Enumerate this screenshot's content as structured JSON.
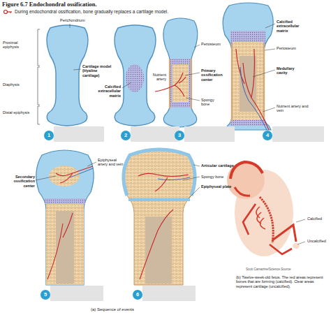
{
  "diagram": {
    "title": "Figure 6.7 Endochondral ossification.",
    "caption": "During endochondral ossification, bone gradually replaces a cartilage model.",
    "nodes": [
      {
        "text": [
          "1"
        ]
      },
      {
        "text": [
          "2"
        ]
      },
      {
        "text": [
          "3"
        ]
      },
      {
        "text": [
          "4"
        ]
      },
      {
        "text": [
          "5"
        ]
      },
      {
        "text": [
          "6"
        ]
      }
    ],
    "labels": [
      "Perichondrium",
      "Proximal epiphysis",
      "Diaphysis",
      "Distal epiphysis",
      "Cartilage model (Hyaline cartilage)",
      "Calcified extracellular matrix",
      "Periosteum",
      "Nutrient artery",
      "Primary ossification center",
      "Spongy bone",
      "Calcified extracellular matrix",
      "Periosteum",
      "Medullary cavity",
      "Nutrient artery and vein",
      "Secondary ossification center",
      "Epiphyseal artery and vein",
      "Articular cartilage",
      "Spongy bone",
      "Epiphyseal plate",
      "Calcified",
      "Uncalcified",
      "Scott Camazine/Science Source",
      "(b) Twelve-week-old fetus. The red areas represent bones that are forming (calcified). Clear areas represent cartilage (uncalcified).",
      "(a) Sequence of events"
    ]
  }
}
